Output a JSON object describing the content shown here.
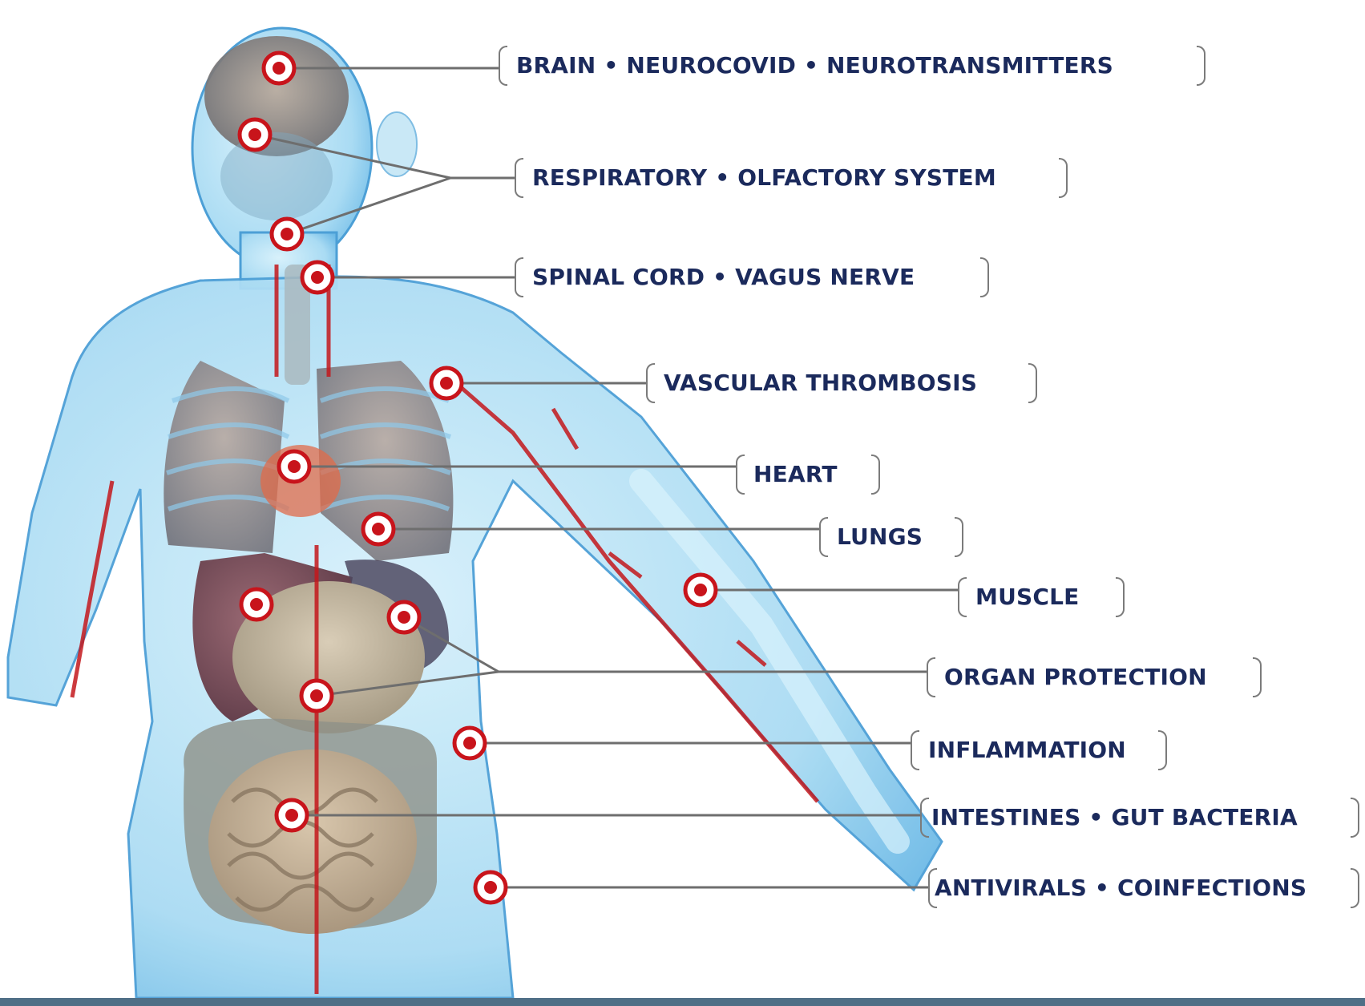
{
  "labels": [
    {
      "id": "brain",
      "text": "BRAIN •  NEUROCOVID • NEUROTRANSMITTERS"
    },
    {
      "id": "respiratory",
      "text": "RESPIRATORY • OLFACTORY SYSTEM"
    },
    {
      "id": "spinal",
      "text": "SPINAL CORD •  VAGUS NERVE"
    },
    {
      "id": "vascular",
      "text": "VASCULAR THROMBOSIS"
    },
    {
      "id": "heart",
      "text": "HEART"
    },
    {
      "id": "lungs",
      "text": "LUNGS"
    },
    {
      "id": "muscle",
      "text": "MUSCLE"
    },
    {
      "id": "organ",
      "text": "ORGAN PROTECTION"
    },
    {
      "id": "inflammation",
      "text": "INFLAMMATION"
    },
    {
      "id": "intestines",
      "text": "INTESTINES •  GUT BACTERIA"
    },
    {
      "id": "antivirals",
      "text": "ANTIVIRALS • COINFECTIONS"
    }
  ],
  "colors": {
    "label_text": "#1b2a5c",
    "leader_line": "#6e6e6e",
    "marker_red": "#c8141b",
    "body_blue": "#7ec6ec"
  }
}
